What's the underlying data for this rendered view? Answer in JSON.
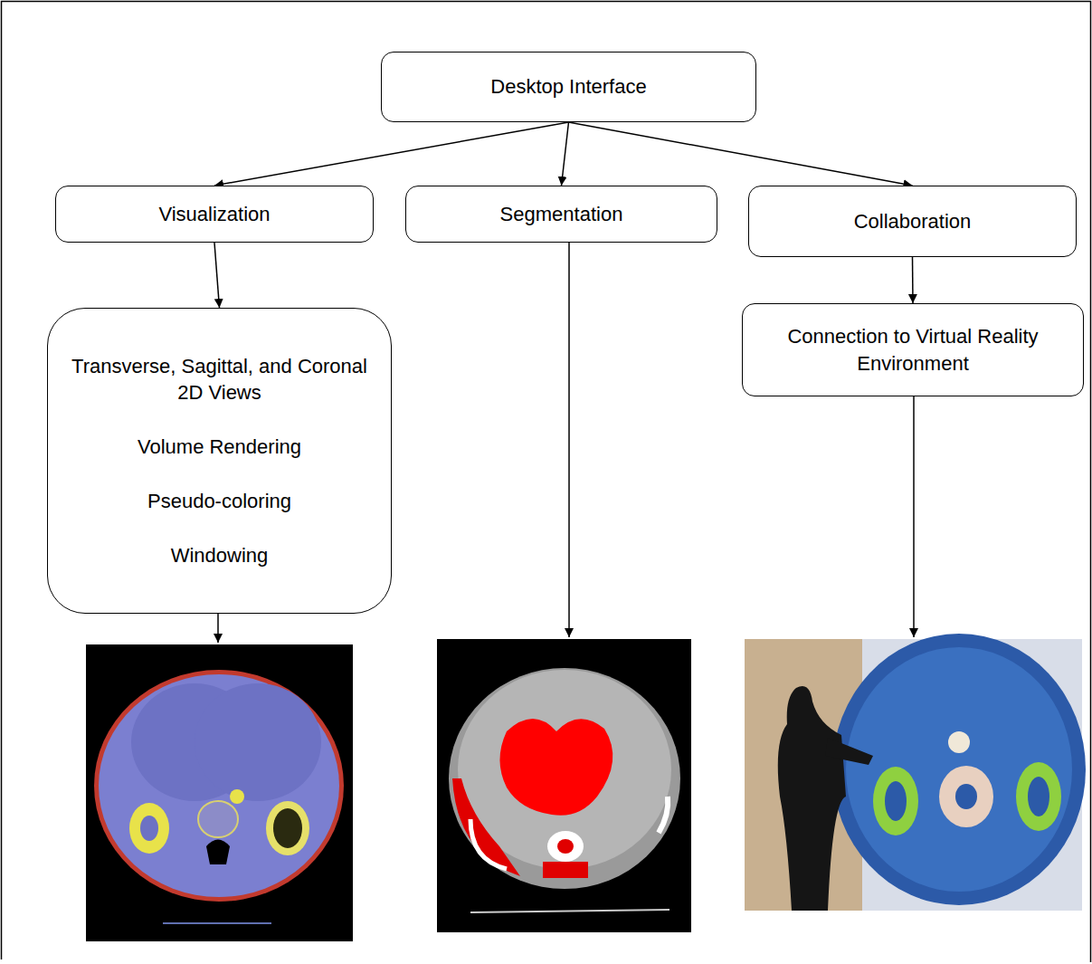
{
  "diagram": {
    "nodes": [
      {
        "text": [
          "Desktop Interface"
        ]
      },
      {
        "text": [
          "Visualization"
        ]
      },
      {
        "text": [
          "Segmentation"
        ]
      },
      {
        "text": [
          "Collaboration"
        ]
      },
      {
        "text": [
          "Transverse, Sagittal, and Coronal 2D Views",
          "Volume Rendering",
          "Pseudo-coloring",
          "Windowing"
        ]
      },
      {
        "text": [
          "Connection to Virtual Reality Environment"
        ]
      }
    ],
    "edges": [
      {
        "from": 0,
        "to": 1,
        "arrow": "to"
      },
      {
        "from": 0,
        "to": 2,
        "arrow": "to"
      },
      {
        "from": 0,
        "to": 3,
        "arrow": "to"
      },
      {
        "from": 1,
        "to": 4,
        "arrow": "to"
      },
      {
        "from": 3,
        "to": 5,
        "arrow": "to"
      }
    ]
  }
}
